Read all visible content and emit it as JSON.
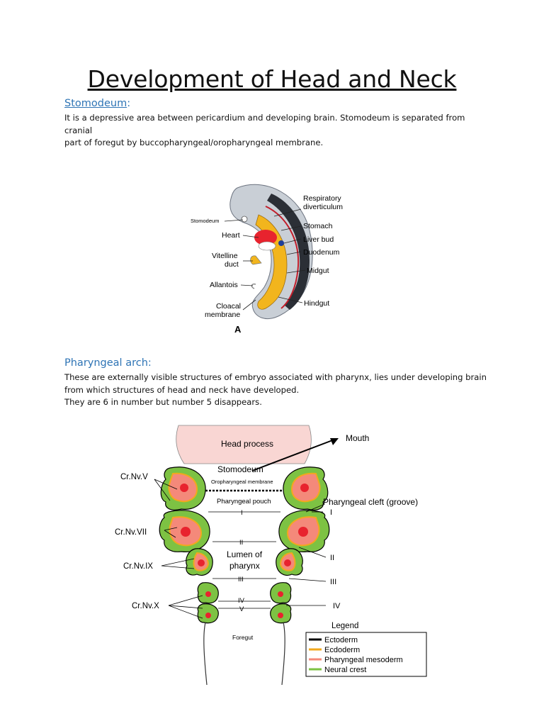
{
  "document": {
    "title": "Development of Head and Neck",
    "sections": [
      {
        "heading": "Stomodeum",
        "heading_suffix": ":",
        "paragraph": [
          "It is a depressive area between pericardium and developing brain. Stomodeum is separated from cranial",
          "part of foregut by buccopharyngeal/oropharyngeal membrane."
        ]
      },
      {
        "heading": "Pharyngeal arch:",
        "paragraph": [
          "These are externally visible structures of embryo associated with pharynx, lies under developing brain",
          "from which structures of head and neck have developed.",
          "They are 6 in number but number 5 disappears."
        ]
      }
    ]
  },
  "figure1": {
    "labels": {
      "stomodeum": "Stomodeum",
      "heart": "Heart",
      "vitelline1": "Vitelline",
      "vitelline2": "duct",
      "allantois": "Allantois",
      "cloacal1": "Cloacal",
      "cloacal2": "membrane",
      "resp1": "Respiratory",
      "resp2": "diverticulum",
      "stomach": "Stomach",
      "liver": "Liver bud",
      "duodenum": "Duodenum",
      "midgut": "Midgut",
      "hindgut": "Hindgut",
      "panel": "A"
    }
  },
  "figure2": {
    "labels": {
      "head_process": "Head process",
      "mouth": "Mouth",
      "stomodeum": "Stomodeum",
      "orophar": "Oropharyngeal membrane",
      "pouch": "Pharyngeal pouch",
      "cleft": "Pharyngeal cleft (groove)",
      "lumen1": "Lumen of",
      "lumen2": "pharynx",
      "foregut": "Foregut",
      "crnv5": "Cr.Nv.V",
      "crnv7": "Cr.Nv.VII",
      "crnv9": "Cr.Nv.IX",
      "crnv10": "Cr.Nv.X",
      "r_I": "I",
      "r_II": "II",
      "r_III": "III",
      "r_IV": "IV",
      "m_I": "I",
      "m_II": "II",
      "m_III": "III",
      "m_IV": "IV",
      "m_V": "V"
    },
    "legend": {
      "title": "Legend",
      "items": [
        {
          "label": "Ectoderm",
          "color": "#000000"
        },
        {
          "label": "Ecdoderm",
          "color": "#f2a81d"
        },
        {
          "label": "Pharyngeal mesoderm",
          "color": "#f4897a"
        },
        {
          "label": "Neural crest",
          "color": "#7dc243"
        }
      ]
    }
  }
}
